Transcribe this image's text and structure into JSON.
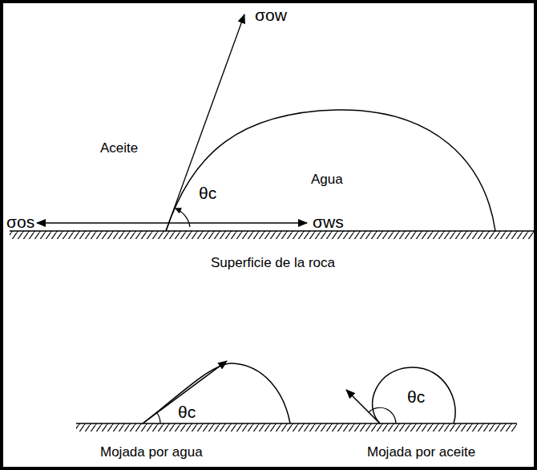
{
  "diagram": {
    "labels": [
      "σow",
      "Aceite",
      "Agua",
      "θc",
      "σos",
      "σws",
      "Superficie de la roca",
      "θc",
      "θc",
      "Mojada por agua",
      "Mojada por aceite"
    ]
  }
}
